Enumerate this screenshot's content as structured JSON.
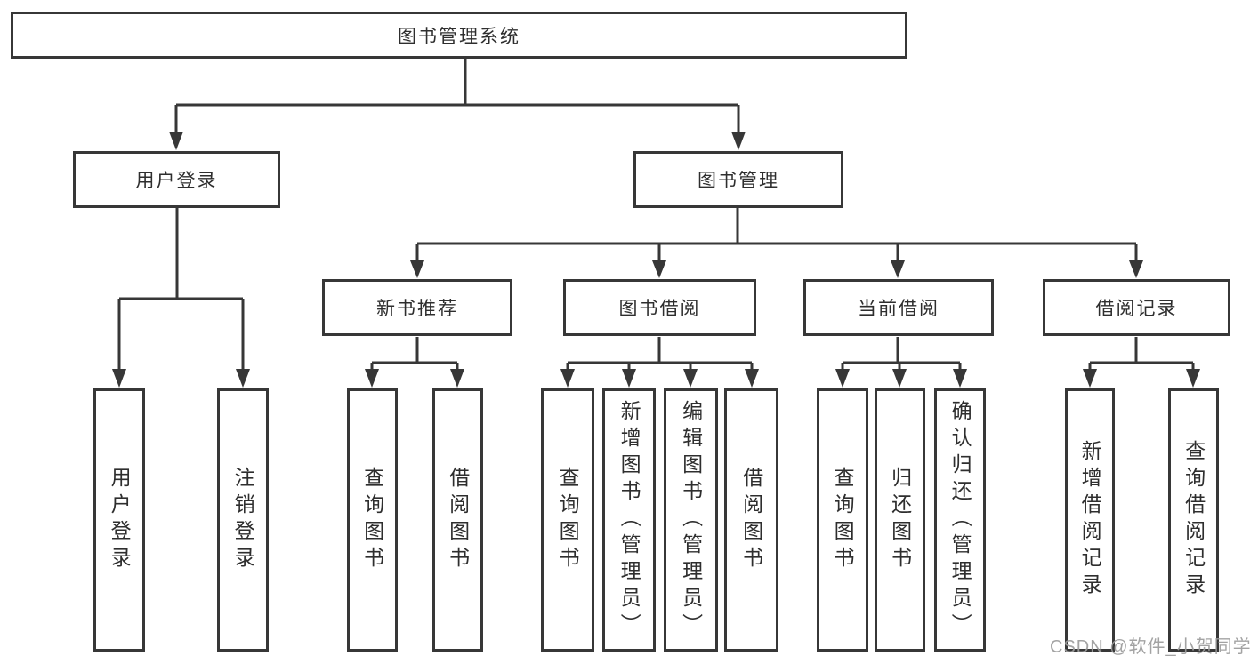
{
  "diagram": {
    "title": "图书管理系统",
    "root": {
      "label": "图书管理系统"
    },
    "level2": [
      {
        "label": "用户登录"
      },
      {
        "label": "图书管理"
      }
    ],
    "level3": [
      {
        "label": "新书推荐"
      },
      {
        "label": "图书借阅"
      },
      {
        "label": "当前借阅"
      },
      {
        "label": "借阅记录"
      }
    ],
    "leaves": {
      "user_login": [
        "用户登录",
        "注销登录"
      ],
      "new_book": [
        "查询图书",
        "借阅图书"
      ],
      "book_borrow": [
        "查询图书",
        "新增图书（管理员）",
        "编辑图书（管理员）",
        "借阅图书"
      ],
      "current_borrow": [
        "查询图书",
        "归还图书",
        "确认归还（管理员）"
      ],
      "borrow_record": [
        "新增借阅记录",
        "查询借阅记录"
      ]
    }
  },
  "watermark": "CSDN @软件_小贺同学",
  "colors": {
    "line": "#373737",
    "text": "#2e2e2e",
    "watermark_text": "#9c9c9c",
    "background": "#ffffff"
  }
}
